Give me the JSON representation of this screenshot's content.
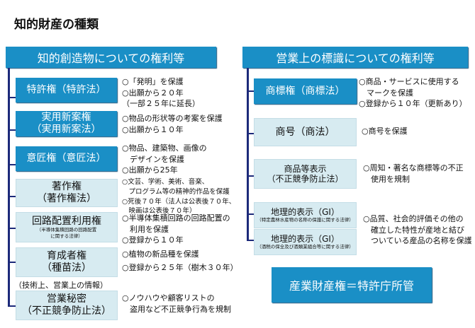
{
  "title": "知的財産の種類",
  "left": {
    "header": "知的創造物についての権利等",
    "items": [
      {
        "name": "特許権（特許法）",
        "sub": "",
        "desc": "○「発明」を保護\n○出願から２０年\n（一部２５年に延長）"
      },
      {
        "name": "実用新案権",
        "sub": "（実用新案法）",
        "desc": "○物品の形状等の考案を保護\n○出願から１０年"
      },
      {
        "name": "意匠権（意匠法）",
        "sub": "",
        "desc": "○物品、建築物、画像の\n　デザインを保護\n○出願から25年"
      },
      {
        "name": "著作権",
        "sub": "（著作権法）",
        "desc": "○文芸、学術、美術、音楽、\n　プログラム等の精神的作品を保護\n○死後７０年（法人は公表後７０年、\n　映画は公表後７０年）"
      },
      {
        "name": "回路配置利用権",
        "sub": "（半導体集積回路の回路配置\nに関する法律）",
        "desc": "○半導体集積回路の回路配置の\n　利用を保護\n○登録から１０年"
      },
      {
        "name": "育成者権",
        "sub": "（種苗法）",
        "desc": "○植物の新品種を保護\n○登録から２５年（樹木３０年）"
      },
      {
        "name": "営業秘密",
        "sub": "（不正競争防止法）",
        "desc": "○ノウハウや顧客リストの\n　盗用など不正競争行為を規制"
      }
    ],
    "note": "（技術上、営業上の情報）"
  },
  "right": {
    "header": "営業上の標識についての権利等",
    "items": [
      {
        "name": "商標権（商標法）",
        "sub": "",
        "desc": "○商品・サービスに使用する\n　マークを保護\n○登録から１０年（更新あり）"
      },
      {
        "name": "商号（商法）",
        "sub": "",
        "desc": "○商号を保護"
      },
      {
        "name": "商品等表示",
        "sub": "（不正競争防止法）",
        "desc": "○周知・著名な商標等の不正\n　使用を規制"
      },
      {
        "name": "地理的表示（GI）",
        "sub": "（特定農林水産物の名称の保護に関する法律）",
        "desc": "○品質、社会的評価その他の\n　確立した特性が産地と結び\n　ついている産品の名称を保護"
      },
      {
        "name": "地理的表示（GI）",
        "sub": "（酒税の保全及び酒類業組合等に関する法律）",
        "desc": ""
      }
    ],
    "footer": "産業財産権＝特許庁所管"
  },
  "colors": {
    "dark_box": "#1a8fc6",
    "light_box": "#d7ebf1",
    "connector": "#1c2a7a"
  }
}
